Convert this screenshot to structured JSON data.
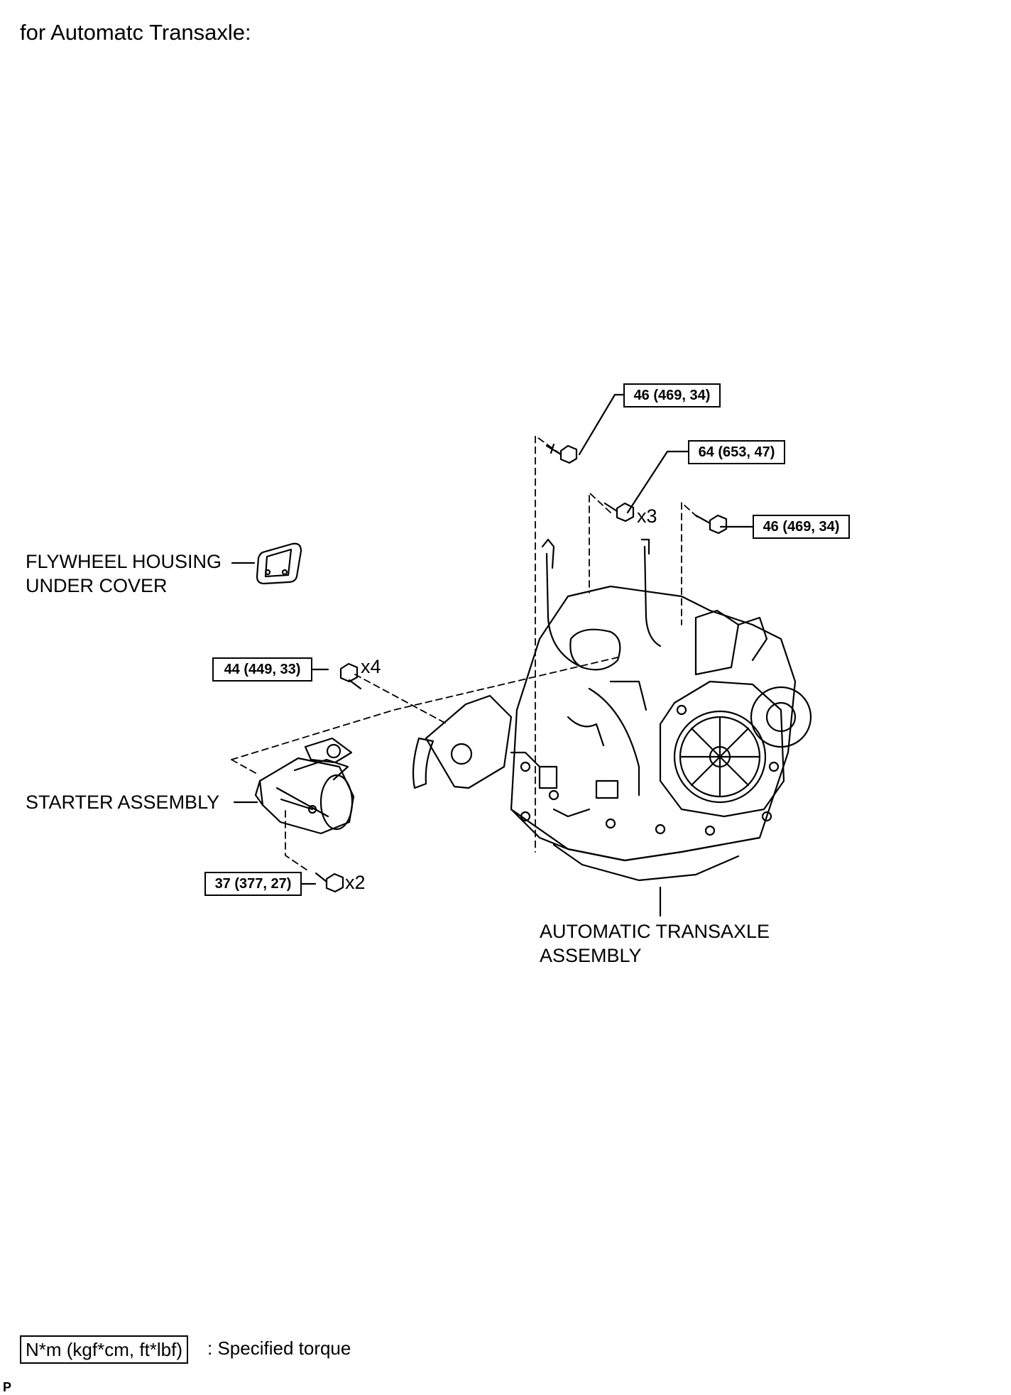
{
  "title": "for Automatc Transaxle:",
  "parts": {
    "flywheel_cover": [
      "FLYWHEEL HOUSING",
      "UNDER COVER"
    ],
    "starter": "STARTER ASSEMBLY",
    "transaxle": [
      "AUTOMATIC TRANSAXLE",
      "ASSEMBLY"
    ]
  },
  "torque_specs": {
    "top_bolt": "46 (469, 34)",
    "middle_bolts": "64 (653, 47)",
    "right_bolt": "46 (469, 34)",
    "left_bolts": "44 (449, 33)",
    "starter_bolts": "37 (377, 27)"
  },
  "quantities": {
    "middle_bolts": "x3",
    "left_bolts": "x4",
    "starter_bolts": "x2"
  },
  "legend": {
    "box_text": "N*m (kgf*cm, ft*lbf)",
    "description": ": Specified torque"
  },
  "footer_code": "P"
}
